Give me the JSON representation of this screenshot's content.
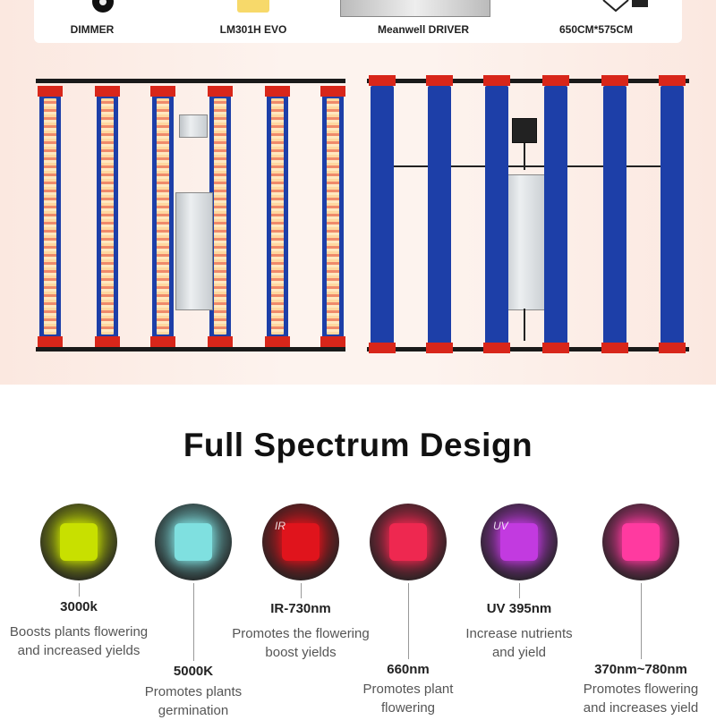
{
  "features": [
    {
      "label": "DIMMER",
      "icon": "dimmer-knob-icon"
    },
    {
      "label": "LM301H  EVO",
      "icon": "led-chip-icon"
    },
    {
      "label": "Meanwell DRIVER",
      "icon": "driver-box-icon"
    },
    {
      "label": "650CM*575CM",
      "icon": "coverage-icon"
    }
  ],
  "section_title": "Full Spectrum Design",
  "spectrum": [
    {
      "name": "3000k",
      "desc": [
        "Boosts plants flowering",
        "and increased yields"
      ],
      "color": "#c8e000",
      "chip_text": ""
    },
    {
      "name": "5000K",
      "desc": [
        "Promotes plants",
        "germination"
      ],
      "color": "#7fe0e0",
      "chip_text": ""
    },
    {
      "name": "IR-730nm",
      "desc": [
        "Promotes the flowering",
        "boost yields"
      ],
      "color": "#e0141c",
      "chip_text": "IR"
    },
    {
      "name": "660nm",
      "desc": [
        "Promotes plant",
        "flowering"
      ],
      "color": "#ee2850",
      "chip_text": ""
    },
    {
      "name": "UV 395nm",
      "desc": [
        "Increase nutrients",
        "and yield"
      ],
      "color": "#c23ae0",
      "chip_text": "UV"
    },
    {
      "name": "370nm~780nm",
      "desc": [
        "Promotes flowering",
        "and increases yield"
      ],
      "color": "#ff3aa0",
      "chip_text": ""
    }
  ]
}
